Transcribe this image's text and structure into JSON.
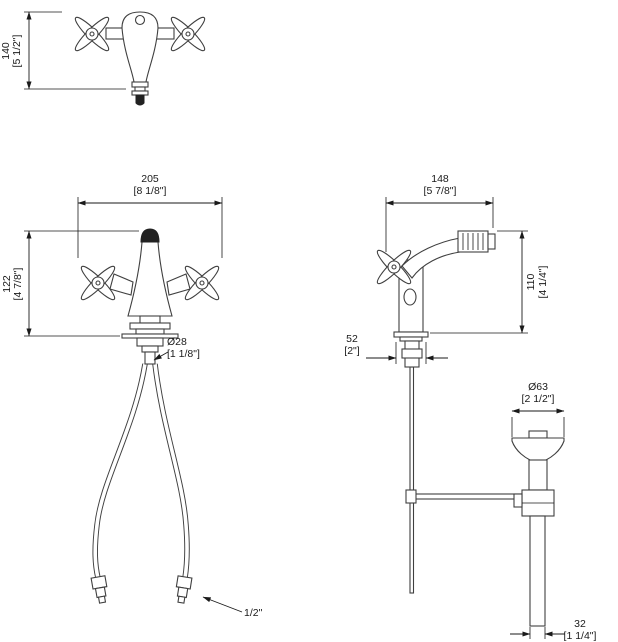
{
  "drawing": {
    "type": "plumbing-fixture-technical-drawing",
    "colors": {
      "background": "#ffffff",
      "line": "#1a1a1a",
      "fixture": "#3f3f3f",
      "fill_dark": "#222222"
    },
    "dims": {
      "h140": {
        "mm": "140",
        "in": "[5 1/2\"]"
      },
      "w205": {
        "mm": "205",
        "in": "[8 1/8\"]"
      },
      "h122": {
        "mm": "122",
        "in": "[4 7/8\"]"
      },
      "d28": {
        "mm": "Ø28",
        "in": "[1 1/8\"]"
      },
      "w148": {
        "mm": "148",
        "in": "[5 7/8\"]"
      },
      "h110": {
        "mm": "110",
        "in": "[4 1/4\"]"
      },
      "w52": {
        "mm": "52",
        "in": "[2\"]"
      },
      "d63": {
        "mm": "Ø63",
        "in": "[2 1/2\"]"
      },
      "w32": {
        "mm": "32",
        "in": "[1 1/4\"]"
      },
      "hose": {
        "label": "1/2\""
      }
    }
  }
}
